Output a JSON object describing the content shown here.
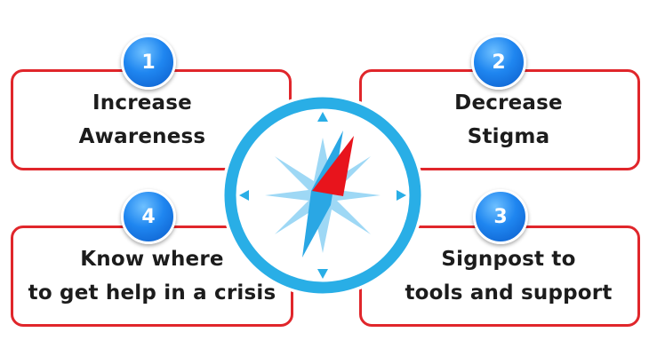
{
  "steps": [
    {
      "number": "1",
      "lines": [
        "Increase",
        "Awareness"
      ]
    },
    {
      "number": "2",
      "lines": [
        "Decrease",
        "Stigma"
      ]
    },
    {
      "number": "3",
      "lines": [
        "Signpost to",
        "tools and support"
      ]
    },
    {
      "number": "4",
      "lines": [
        "Know where",
        "to get help in a crisis"
      ]
    }
  ],
  "colors": {
    "card_border": "#e0262b",
    "badge_blue": "#1f86f0",
    "compass_ring": "#29aee6",
    "compass_star": "#9ed8f5",
    "needle_north": "#e8141c",
    "needle_south": "#2aa7e4"
  },
  "icons": {
    "center": "compass-icon"
  }
}
